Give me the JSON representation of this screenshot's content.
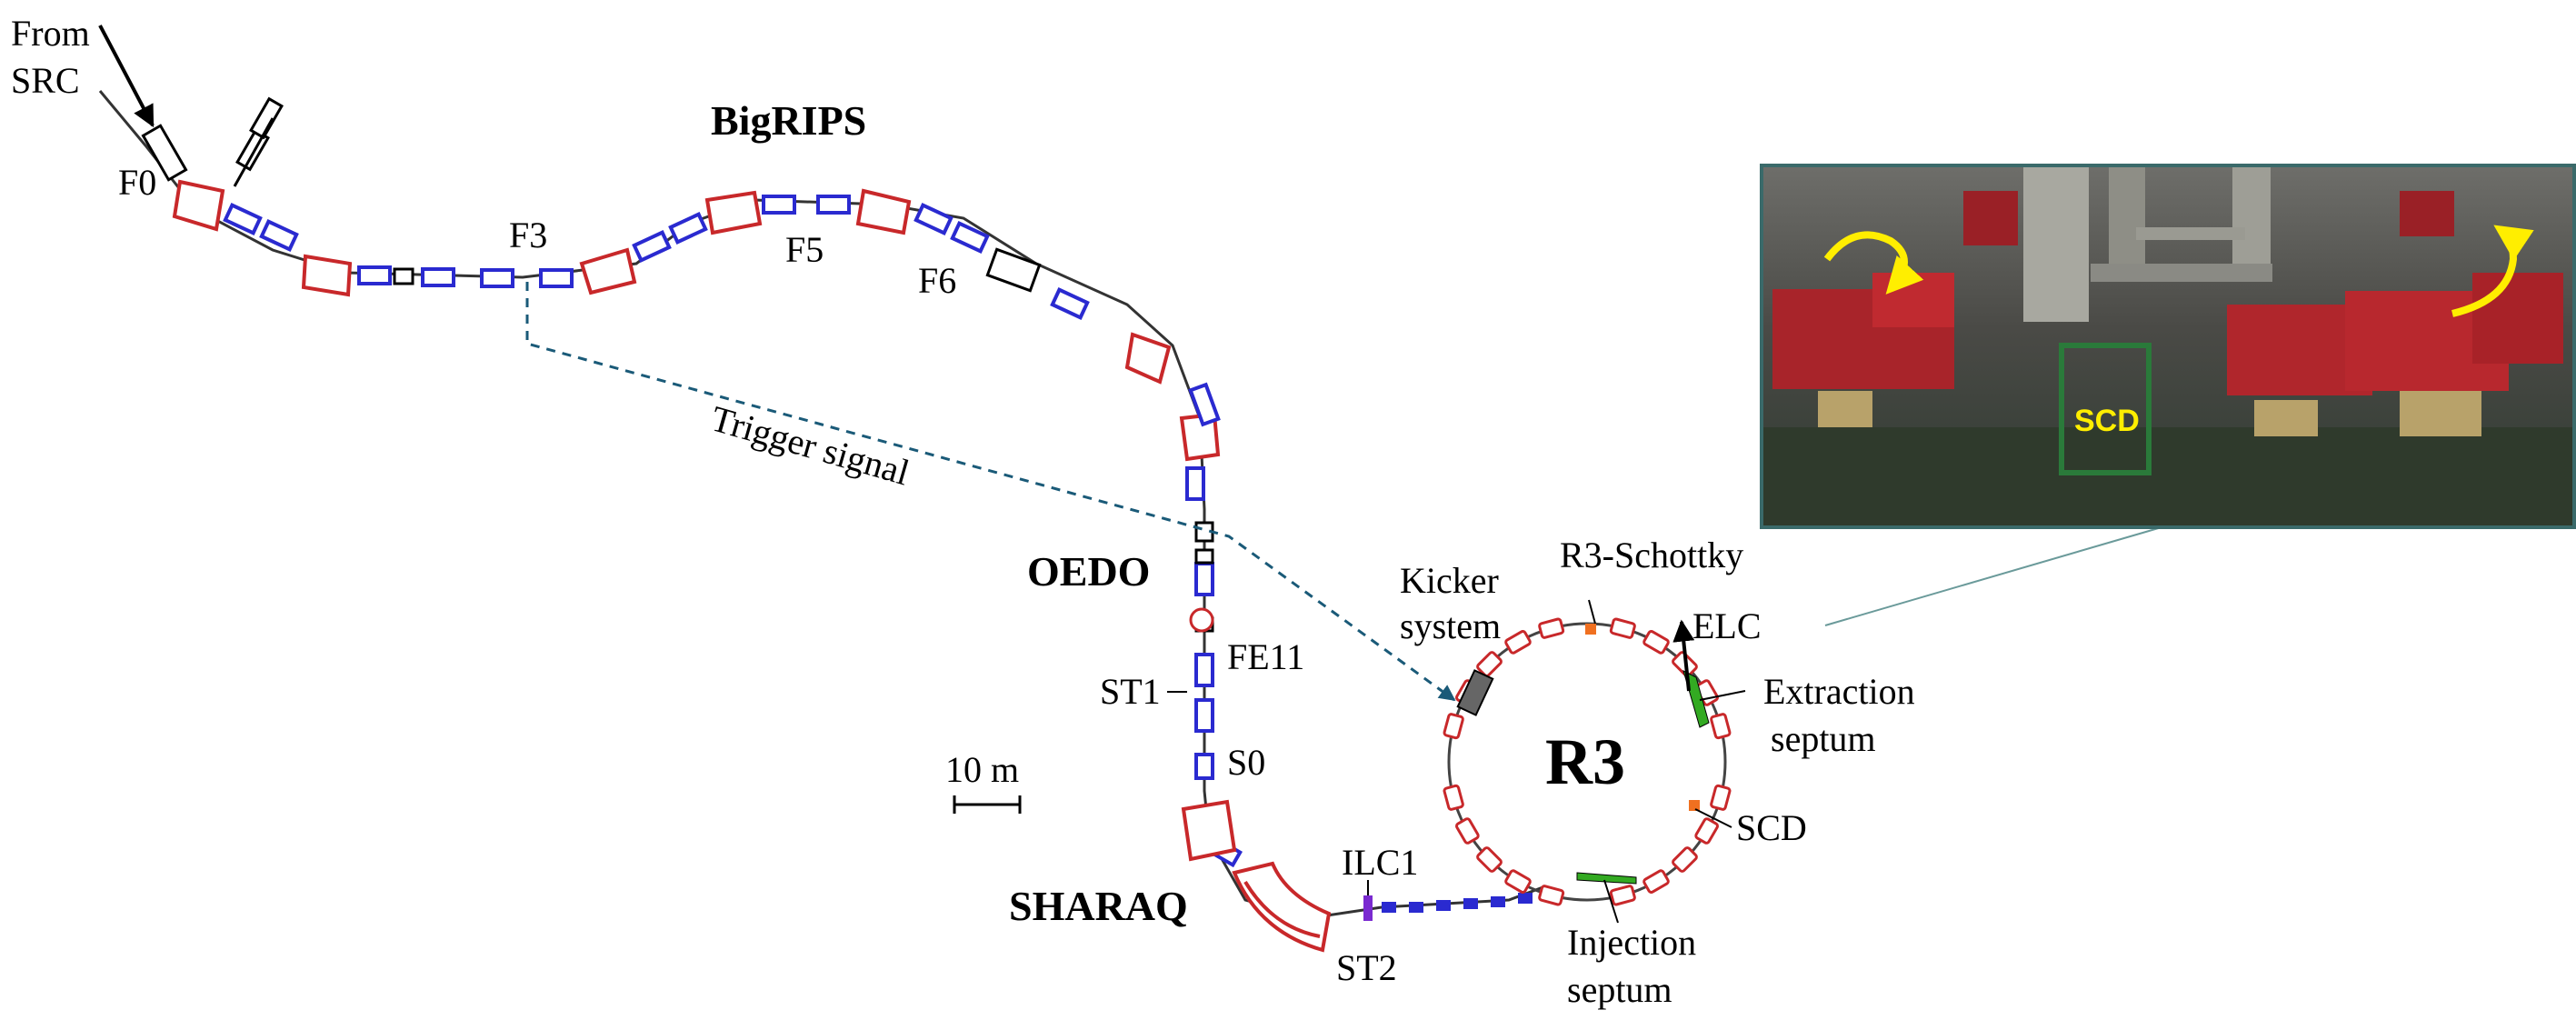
{
  "labels": {
    "from_src_line1": "From",
    "from_src_line2": "SRC",
    "f0": "F0",
    "f3": "F3",
    "f5": "F5",
    "f6": "F6",
    "bigrips": "BigRIPS",
    "trigger_signal": "Trigger signal",
    "oedo": "OEDO",
    "fe11": "FE11",
    "st1": "ST1",
    "s0": "S0",
    "scale_bar": "10 m",
    "sharaq": "SHARAQ",
    "ilc1": "ILC1",
    "st2": "ST2",
    "kicker_line1": "Kicker",
    "kicker_line2": "system",
    "r3_schottky": "R3-Schottky",
    "elc": "ELC",
    "extraction_line1": "Extraction",
    "extraction_line2": "septum",
    "r3": "R3",
    "scd": "SCD",
    "injection_line1": "Injection",
    "injection_line2": "septum",
    "photo_scd": "SCD"
  },
  "colors": {
    "dipole": "#c8282a",
    "quadrupole": "#2a2ad0",
    "trigger_line": "#1a5a78",
    "beamline": "#333333",
    "highlight_orange": "#f07020",
    "septum_green": "#33aa22",
    "photo_frame": "#3a6a6a",
    "arrow_yellow": "#ffee00"
  }
}
